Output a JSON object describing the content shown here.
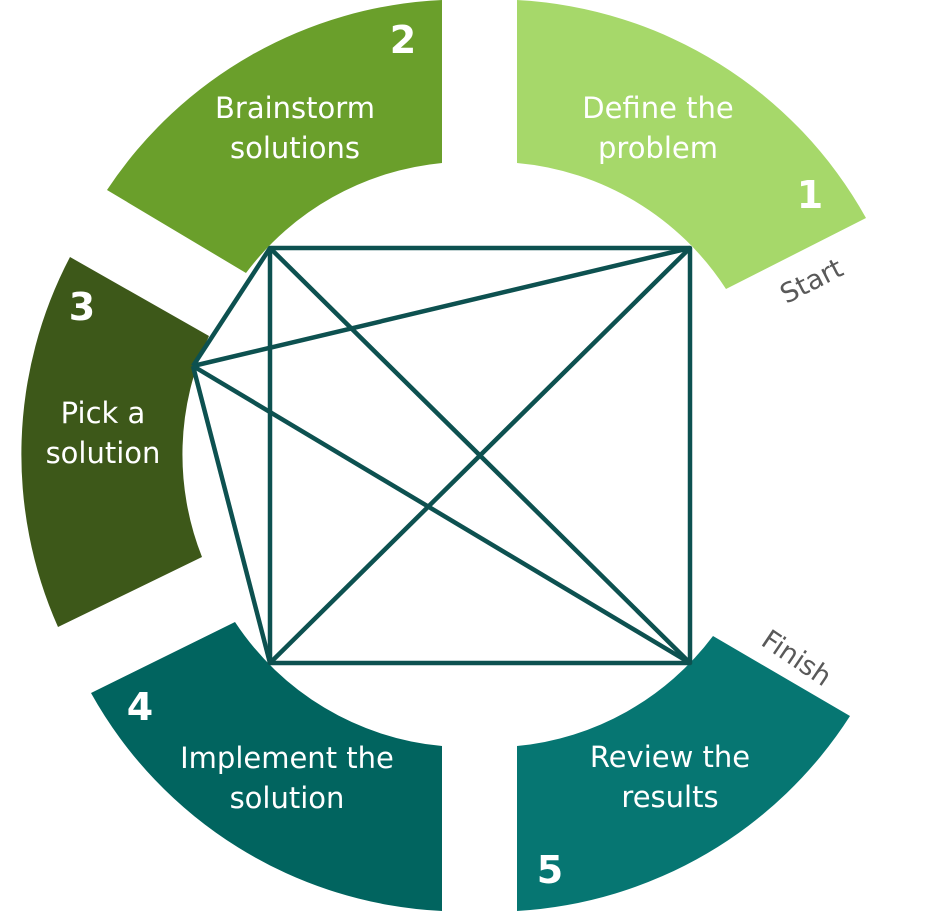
{
  "diagram": {
    "steps": [
      {
        "number": "1",
        "line1": "Define the",
        "line2": "problem",
        "color": "#a6d86a"
      },
      {
        "number": "2",
        "line1": "Brainstorm",
        "line2": "solutions",
        "color": "#6a9f2b"
      },
      {
        "number": "3",
        "line1": "Pick a",
        "line2": "solution",
        "color": "#3d5819"
      },
      {
        "number": "4",
        "line1": "Implement the",
        "line2": "solution",
        "color": "#01645f"
      },
      {
        "number": "5",
        "line1": "Review the",
        "line2": "results",
        "color": "#067672"
      }
    ],
    "start_label": "Start",
    "finish_label": "Finish",
    "line_color": "#0d5150"
  }
}
